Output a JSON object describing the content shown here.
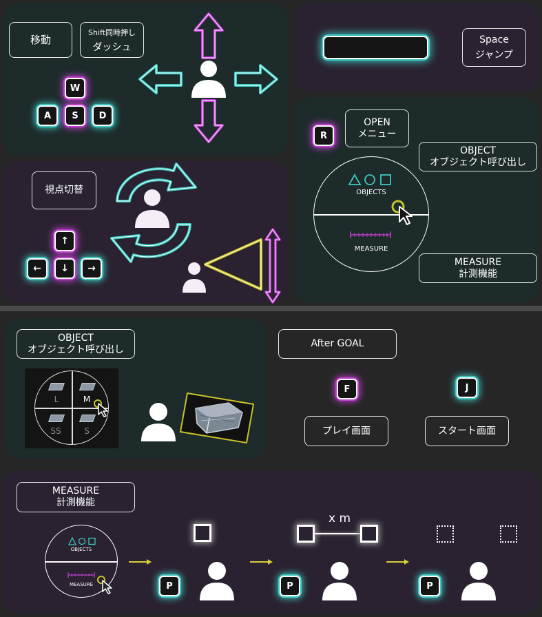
{
  "move": {
    "label": "移動",
    "dash_line1": "Shift同時押し",
    "dash_line2": "ダッシュ",
    "keys": {
      "w": "W",
      "a": "A",
      "s": "S",
      "d": "D"
    }
  },
  "jump": {
    "line1": "Space",
    "line2": "ジャンプ"
  },
  "view": {
    "label": "視点切替",
    "keys": {
      "up": "↑",
      "left": "←",
      "down": "↓",
      "right": "→"
    }
  },
  "menu": {
    "key": "R",
    "open_line1": "OPEN",
    "open_line2": "メニュー",
    "object_line1": "OBJECT",
    "object_line2": "オブジェクト呼び出し",
    "measure_line1": "MEASURE",
    "measure_line2": "計測機能",
    "wheel_objects": "OBJECTS",
    "wheel_measure": "MEASURE",
    "shapes": "△○□"
  },
  "object_section": {
    "title_line1": "OBJECT",
    "title_line2": "オブジェクト呼び出し",
    "sizes": {
      "l": "L",
      "m": "M",
      "ss": "SS",
      "s": "S"
    }
  },
  "goal": {
    "title": "After GOAL",
    "key_f": "F",
    "key_j": "J",
    "play": "プレイ画面",
    "start": "スタート画面"
  },
  "measure_section": {
    "title_line1": "MEASURE",
    "title_line2": "計測機能",
    "wheel_objects": "OBJECTS",
    "wheel_measure": "MEASURE",
    "shapes": "△○□",
    "key_p": "P",
    "distance": "x m"
  },
  "colors": {
    "cyan": "#3ec7c0",
    "magenta": "#c13fd0",
    "yellow": "#c9c22a",
    "panel_green": "#1d2b2a",
    "panel_purple": "#2a2230"
  }
}
